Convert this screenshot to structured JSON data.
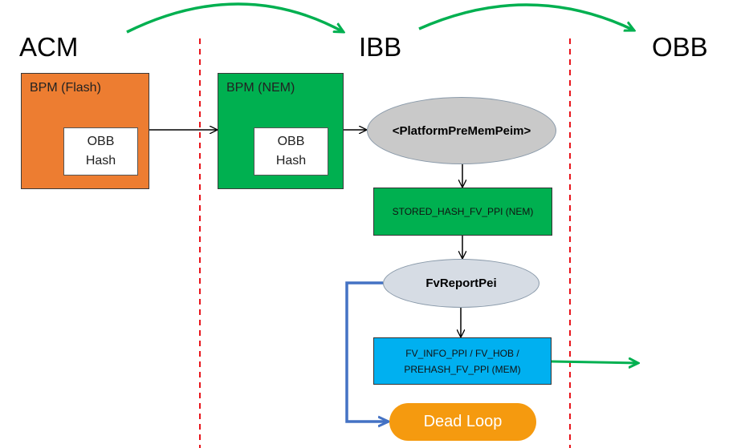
{
  "columns": {
    "acm": "ACM",
    "ibb": "IBB",
    "obb": "OBB"
  },
  "bpm_flash": {
    "title": "BPM (Flash)",
    "inner": "OBB\nHash"
  },
  "bpm_nem": {
    "title": "BPM (NEM)",
    "inner": "OBB\nHash"
  },
  "platform_pre_mem_peim": "<PlatformPreMemPeim>",
  "stored_hash_fv_ppi": "STORED_HASH_FV_PPI (NEM)",
  "fv_report_pei": "FvReportPei",
  "fv_info_ppi": "FV_INFO_PPI / FV_HOB /\nPREHASH_FV_PPI (MEM)",
  "dead_loop": "Dead Loop",
  "colors": {
    "orange_box": "#ed7d31",
    "green_box": "#00b050",
    "ellipse_gray": "#c9c9c9",
    "ellipse_light": "#d6dce4",
    "blue_box": "#00b0f0",
    "dead_loop": "#f59a0f",
    "green_arrow": "#00b050",
    "blue_arrow": "#4472c4",
    "divider_red": "#e8141b"
  }
}
